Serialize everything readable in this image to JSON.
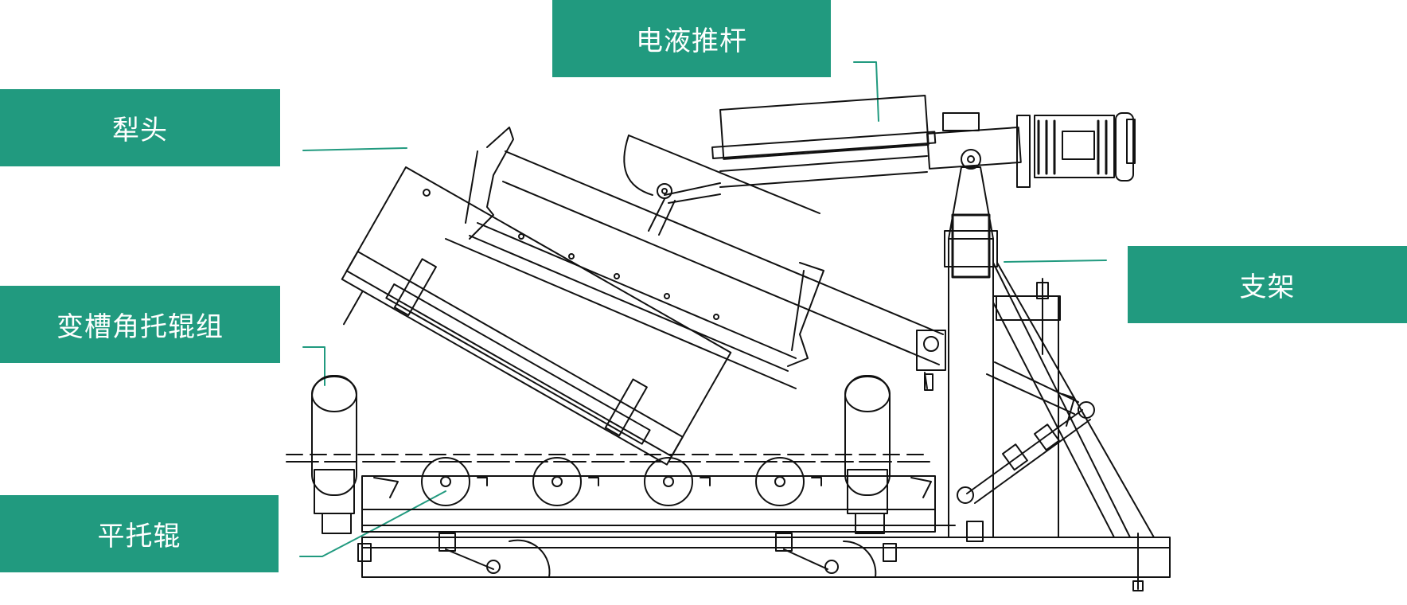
{
  "labels": {
    "plow_head": "犁头",
    "push_rod": "电液推杆",
    "support": "支架",
    "trough_idler": "变槽角托辊组",
    "flat_idler": "平托辊"
  },
  "colors": {
    "callout_bg": "#219a7f",
    "callout_text": "#ffffff",
    "drawing_line": "#111111",
    "leader_line": "#219a7f"
  }
}
